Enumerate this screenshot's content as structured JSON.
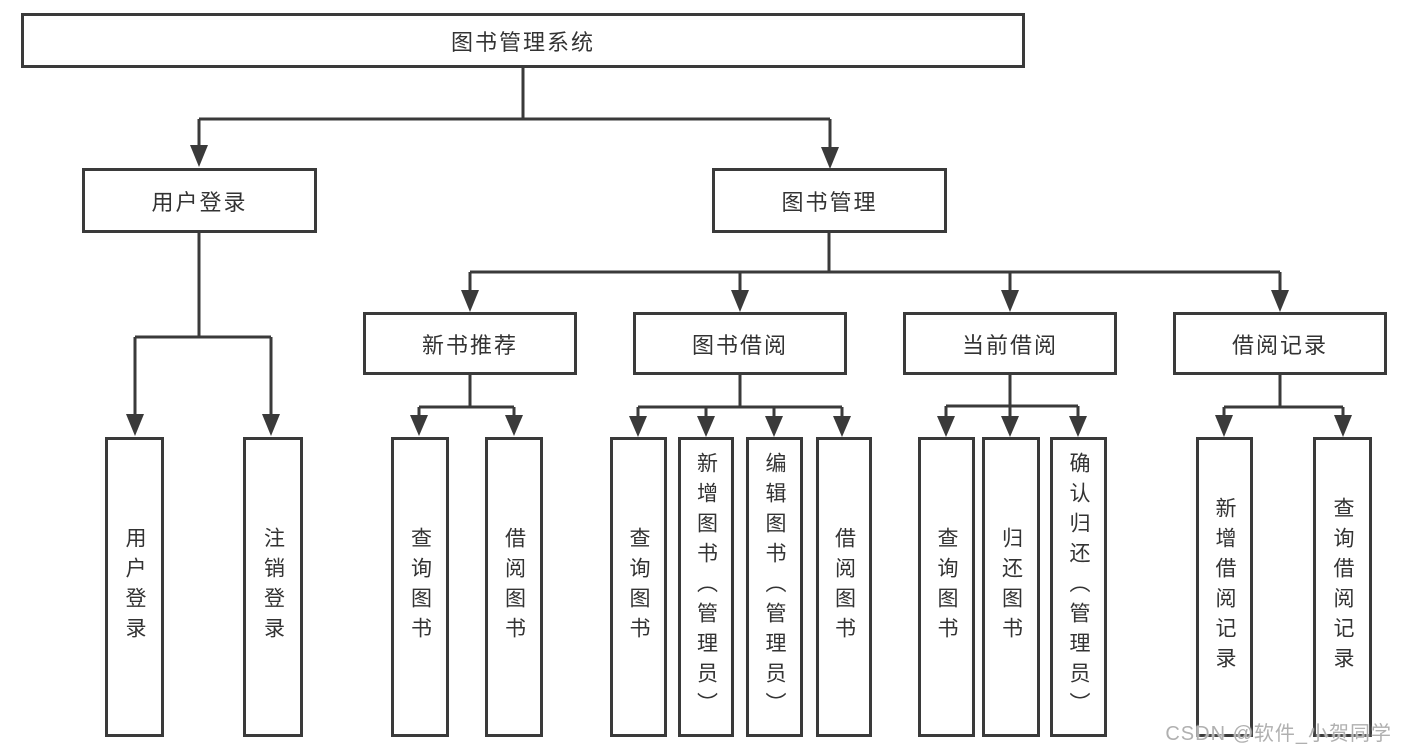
{
  "diagram_type": "functional-structure-tree",
  "colors": {
    "line": "#3a3a3a",
    "box_border": "#3a3a3a",
    "box_fill": "#ffffff",
    "text": "#333333",
    "watermark": "#b0b0b0"
  },
  "watermark": "CSDN @软件_小贺同学",
  "tree": {
    "root": {
      "label": "图书管理系统"
    },
    "branches": [
      {
        "label": "用户登录",
        "children": [
          {
            "label": "用户登录"
          },
          {
            "label": "注销登录"
          }
        ]
      },
      {
        "label": "图书管理",
        "children": [
          {
            "label": "新书推荐",
            "children": [
              {
                "label": "查询图书"
              },
              {
                "label": "借阅图书"
              }
            ]
          },
          {
            "label": "图书借阅",
            "children": [
              {
                "label": "查询图书"
              },
              {
                "label": "新增图书（管理员）"
              },
              {
                "label": "编辑图书（管理员）"
              },
              {
                "label": "借阅图书"
              }
            ]
          },
          {
            "label": "当前借阅",
            "children": [
              {
                "label": "查询图书"
              },
              {
                "label": "归还图书"
              },
              {
                "label": "确认归还（管理员）"
              }
            ]
          },
          {
            "label": "借阅记录",
            "children": [
              {
                "label": "新增借阅记录"
              },
              {
                "label": "查询借阅记录"
              }
            ]
          }
        ]
      }
    ]
  }
}
